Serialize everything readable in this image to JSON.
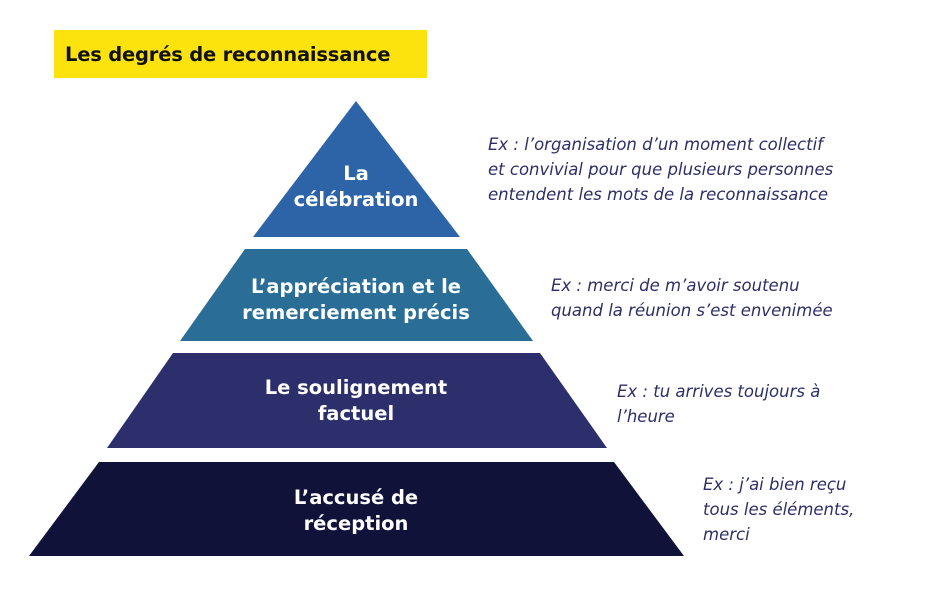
{
  "title": "Les degrés de reconnaissance",
  "colors": {
    "title_bg": "#fde30e",
    "level_1": "#2d64a8",
    "level_2": "#2a6d96",
    "level_3": "#2c2f6b",
    "level_4": "#10123a",
    "example_text": "#2d2f66"
  },
  "levels": [
    {
      "line1": "La",
      "line2": "célébration",
      "example": "Ex : l’organisation d’un moment collectif\net convivial pour que plusieurs personnes\nentendent les mots de la reconnaissance"
    },
    {
      "line1": "L’appréciation et le",
      "line2": "remerciement précis",
      "example": "Ex : merci de m’avoir soutenu\nquand la réunion s’est envenimée"
    },
    {
      "line1": "Le soulignement",
      "line2": "factuel",
      "example": "Ex : tu arrives toujours à\nl’heure"
    },
    {
      "line1": "L’accusé de",
      "line2": "réception",
      "example": "Ex : j’ai bien reçu\ntous les éléments,\nmerci"
    }
  ]
}
